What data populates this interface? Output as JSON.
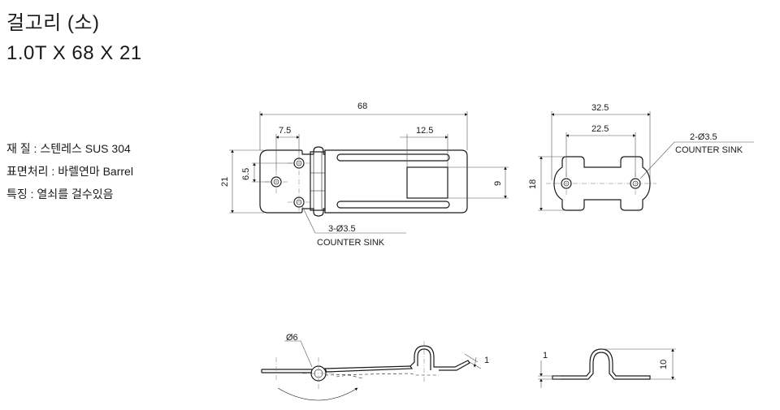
{
  "header": {
    "title_line1": "걸고리 (소)",
    "title_line2": "1.0T X 68 X 21"
  },
  "specs": {
    "material": "재 질 : 스텐레스 SUS 304",
    "finish": "표면처리 : 바렐연마 Barrel",
    "feature": "특징 : 열쇠를 걸수있음"
  },
  "dimensions": {
    "hasp_length": "68",
    "hinge_offset": "7.5",
    "slot_width": "12.5",
    "hole_spacing": "6.5",
    "hasp_width": "21",
    "slot_height": "9",
    "staple_length": "32.5",
    "staple_hole_spacing": "22.5",
    "staple_height": "18",
    "pin_diameter": "Ø6",
    "plate_thickness_1": "1",
    "plate_thickness_2": "1",
    "staple_depth": "10"
  },
  "notes": {
    "hasp_holes": "3-Ø3.5",
    "hasp_holes_type": "COUNTER SINK",
    "staple_holes": "2-Ø3.5",
    "staple_holes_type": "COUNTER SINK"
  }
}
